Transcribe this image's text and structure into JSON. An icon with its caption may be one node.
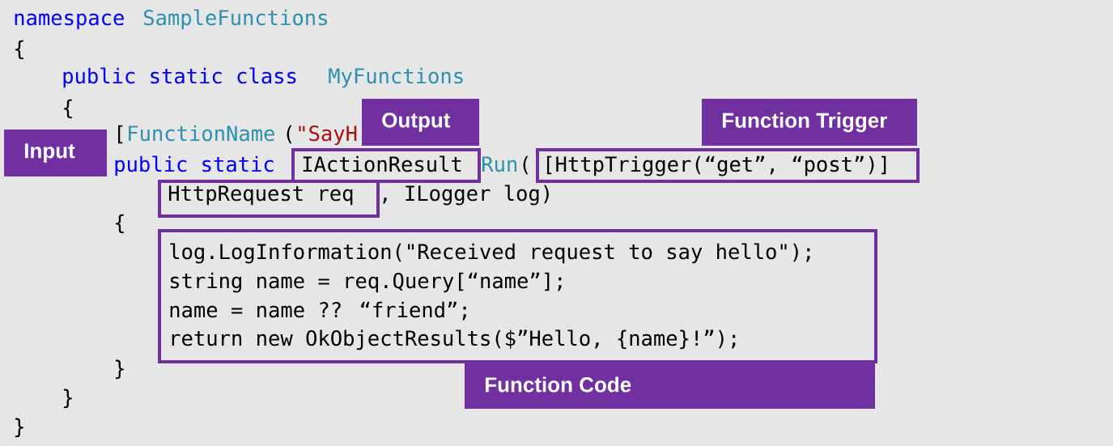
{
  "diagram": {
    "nodes": [
      {
        "text": [
          "Output",
          "IActionResult"
        ]
      },
      {
        "text": [
          "Function Trigger",
          "[HttpTrigger(“get”, “post”)]"
        ]
      },
      {
        "text": [
          "Input",
          "HttpRequest req"
        ]
      },
      {
        "text": [
          "Function Code",
          "log.LogInformation(\"Received request to say hello\");",
          "string name = req.Query[“name”];",
          "name = name ?? “friend”;",
          "return new OkObjectResults($”Hello, {name}!”);"
        ]
      }
    ],
    "labels": [
      "namespace",
      "SampleFunctions",
      "{",
      "public static class",
      "MyFunctions",
      "{",
      "[",
      "FunctionName",
      "(",
      "\"SayH",
      "public static",
      "Run",
      "(",
      ", ILogger log)",
      "{",
      "}",
      "}",
      "}"
    ]
  }
}
